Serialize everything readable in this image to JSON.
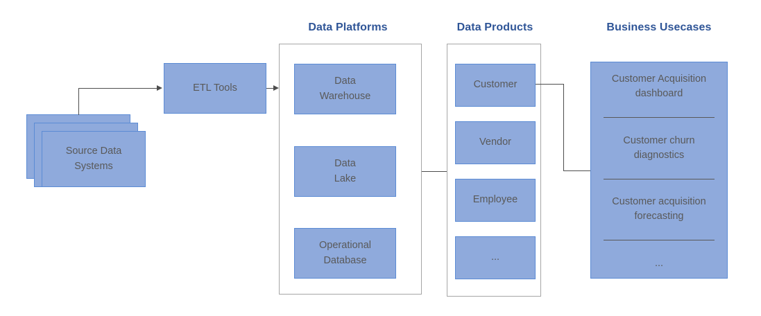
{
  "diagram": {
    "title_color": "#2f5597",
    "node_fill": "#8faadc",
    "node_border": "#5b8bd4",
    "group_border": "#a6a6a6",
    "text_color": "#595959",
    "connector_color": "#4d4d4d"
  },
  "headings": {
    "data_platforms": "Data Platforms",
    "data_products": "Data Products",
    "business_usecases": "Business Usecases"
  },
  "source": {
    "label_line1": "Source Data",
    "label_line2": "Systems"
  },
  "etl": {
    "label": "ETL Tools"
  },
  "data_platforms": {
    "items": [
      {
        "line1": "Data",
        "line2": "Warehouse"
      },
      {
        "line1": "Data",
        "line2": "Lake"
      },
      {
        "line1": "Operational",
        "line2": "Database"
      }
    ]
  },
  "data_products": {
    "items": [
      {
        "label": "Customer"
      },
      {
        "label": "Vendor"
      },
      {
        "label": "Employee"
      },
      {
        "label": "..."
      }
    ]
  },
  "business_usecases": {
    "items": [
      {
        "line1": "Customer Acquisition",
        "line2": "dashboard"
      },
      {
        "line1": "Customer churn",
        "line2": "diagnostics"
      },
      {
        "line1": "Customer acquisition",
        "line2": "forecasting"
      },
      {
        "line1": "...",
        "line2": ""
      }
    ]
  }
}
